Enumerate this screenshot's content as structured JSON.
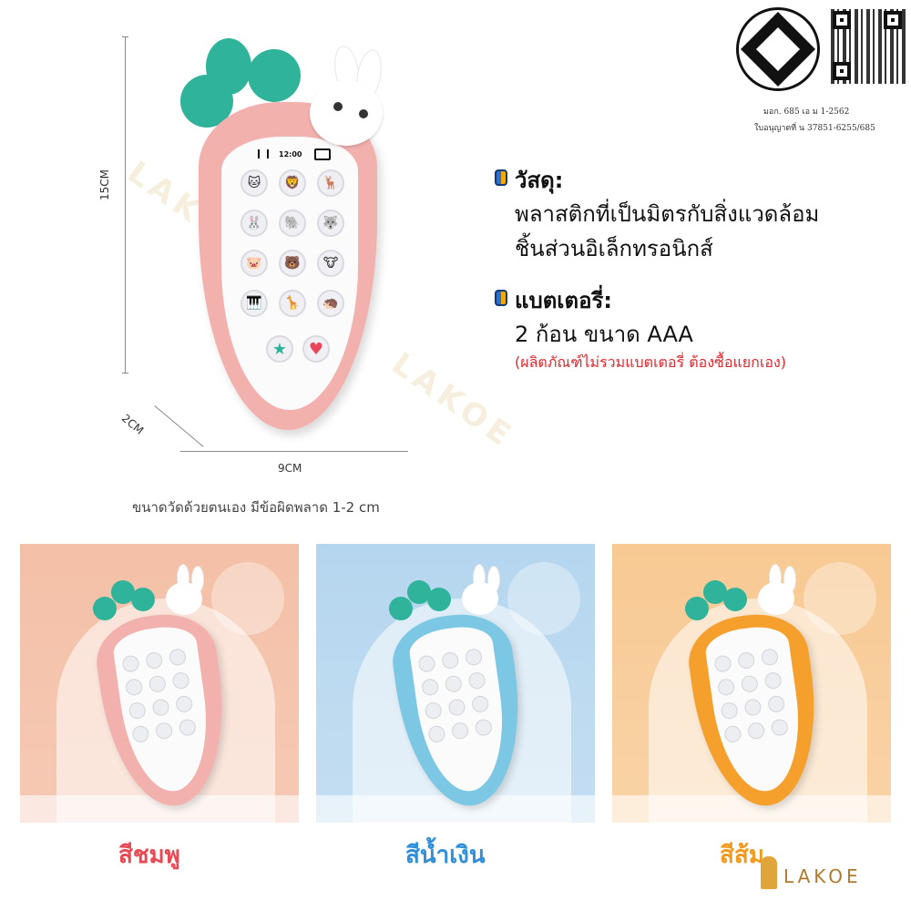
{
  "dimensions": {
    "height": "15CM",
    "depth": "2CM",
    "width": "9CM"
  },
  "caption": "ขนาดวัดด้วยตนเอง มีข้อผิดพลาด 1-2 cm",
  "watermark": "LAKOE",
  "cert": {
    "line1": "มอก. 685 เอ      ม 1-2562",
    "line2": "ใบอนุญาตที่ น 37851-6255/685"
  },
  "material": {
    "heading": "วัสดุ:",
    "line1": "พลาสติกที่เป็นมิตรกับสิ่งแวดล้อม",
    "line2": "ชิ้นส่วนอิเล็กทรอนิกส์"
  },
  "battery": {
    "heading": "แบตเตอรี่:",
    "line1": "2 ก้อน ขนาด AAA",
    "note": "(ผลิตภัณฑ์ไม่รวมแบตเตอรี่ ต้องซื้อแยกเอง)"
  },
  "phone_screen": {
    "time": "12:00"
  },
  "variants": [
    {
      "label": "สีชมพู",
      "color": "#e84a55",
      "body": "#f3b1ad"
    },
    {
      "label": "สีน้ำเงิน",
      "color": "#2f8fd8",
      "body": "#7cc8e4"
    },
    {
      "label": "สีส้ม",
      "color": "#f29a1f",
      "body": "#f5a02c"
    }
  ],
  "brand": "LAKOE",
  "icons": [
    "bullet-icon",
    "cert-mark-icon",
    "qr-code-icon",
    "bunny-icon",
    "carrot-leaf-icon"
  ]
}
